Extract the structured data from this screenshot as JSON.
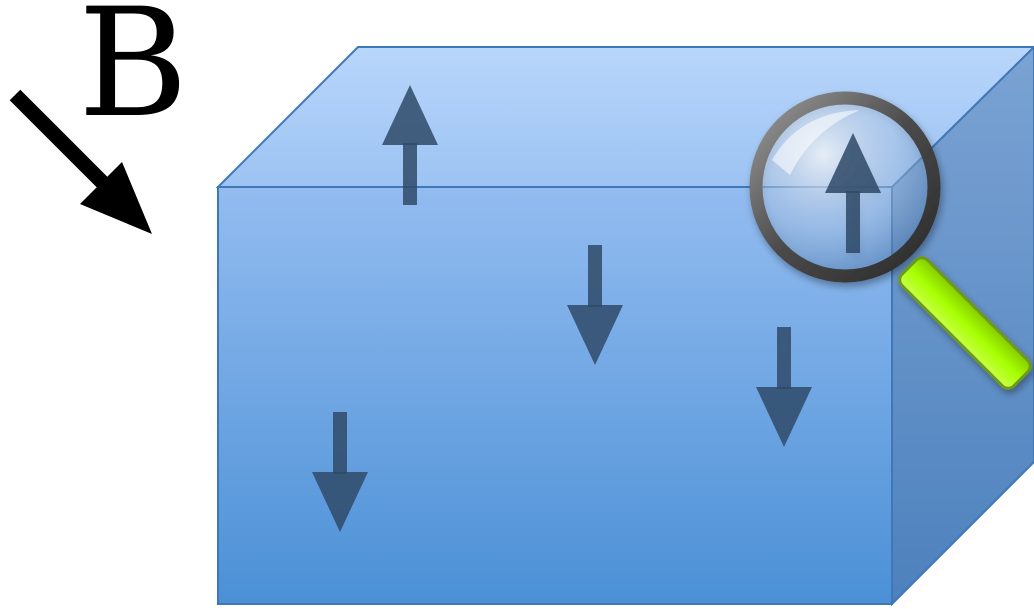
{
  "field": {
    "label": "B",
    "arrow_direction": "down-right"
  },
  "block": {
    "front_color_top": "#93bcf0",
    "front_color_bottom": "#4b90d6",
    "top_color_back": "#b9d6fb",
    "top_color_front": "#9cc3f3",
    "side_color_top": "#7ba3d4",
    "side_color_bottom": "#4d81bd",
    "edge_color": "#3f78b6"
  },
  "spins": [
    {
      "id": "spin-top-face",
      "direction": "up"
    },
    {
      "id": "spin-center",
      "direction": "down"
    },
    {
      "id": "spin-right",
      "direction": "down"
    },
    {
      "id": "spin-lower-left",
      "direction": "down"
    },
    {
      "id": "spin-magnified",
      "direction": "up"
    }
  ],
  "spin_color": "#2f4a68",
  "magnifier": {
    "rim_color": "#4a4a4a",
    "handle_color": "#a6ff00",
    "handle_edge_color": "#6e9a1c",
    "lens_tint": "#b9d2f2"
  }
}
